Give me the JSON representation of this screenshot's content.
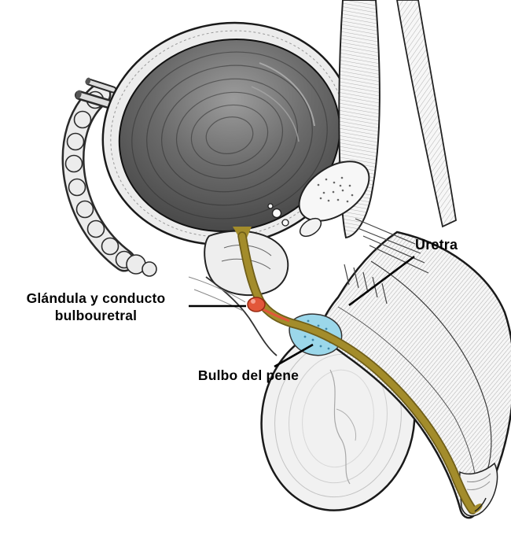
{
  "labels": {
    "uretra": "Uretra",
    "glandula_line1": "Glándula y conducto",
    "glandula_line2": "bulbouretral",
    "bulbo": "Bulbo del pene"
  },
  "highlight_colors": {
    "urethra": "#a38c2b",
    "urethra_dark": "#6f5e19",
    "gland": "#e2573a",
    "gland_dark": "#972a12",
    "gland_highlight": "#f5a291",
    "bulb": "#9bd7ea",
    "bulb_dark": "#3e86a8",
    "ink": "#1a1a1a"
  }
}
